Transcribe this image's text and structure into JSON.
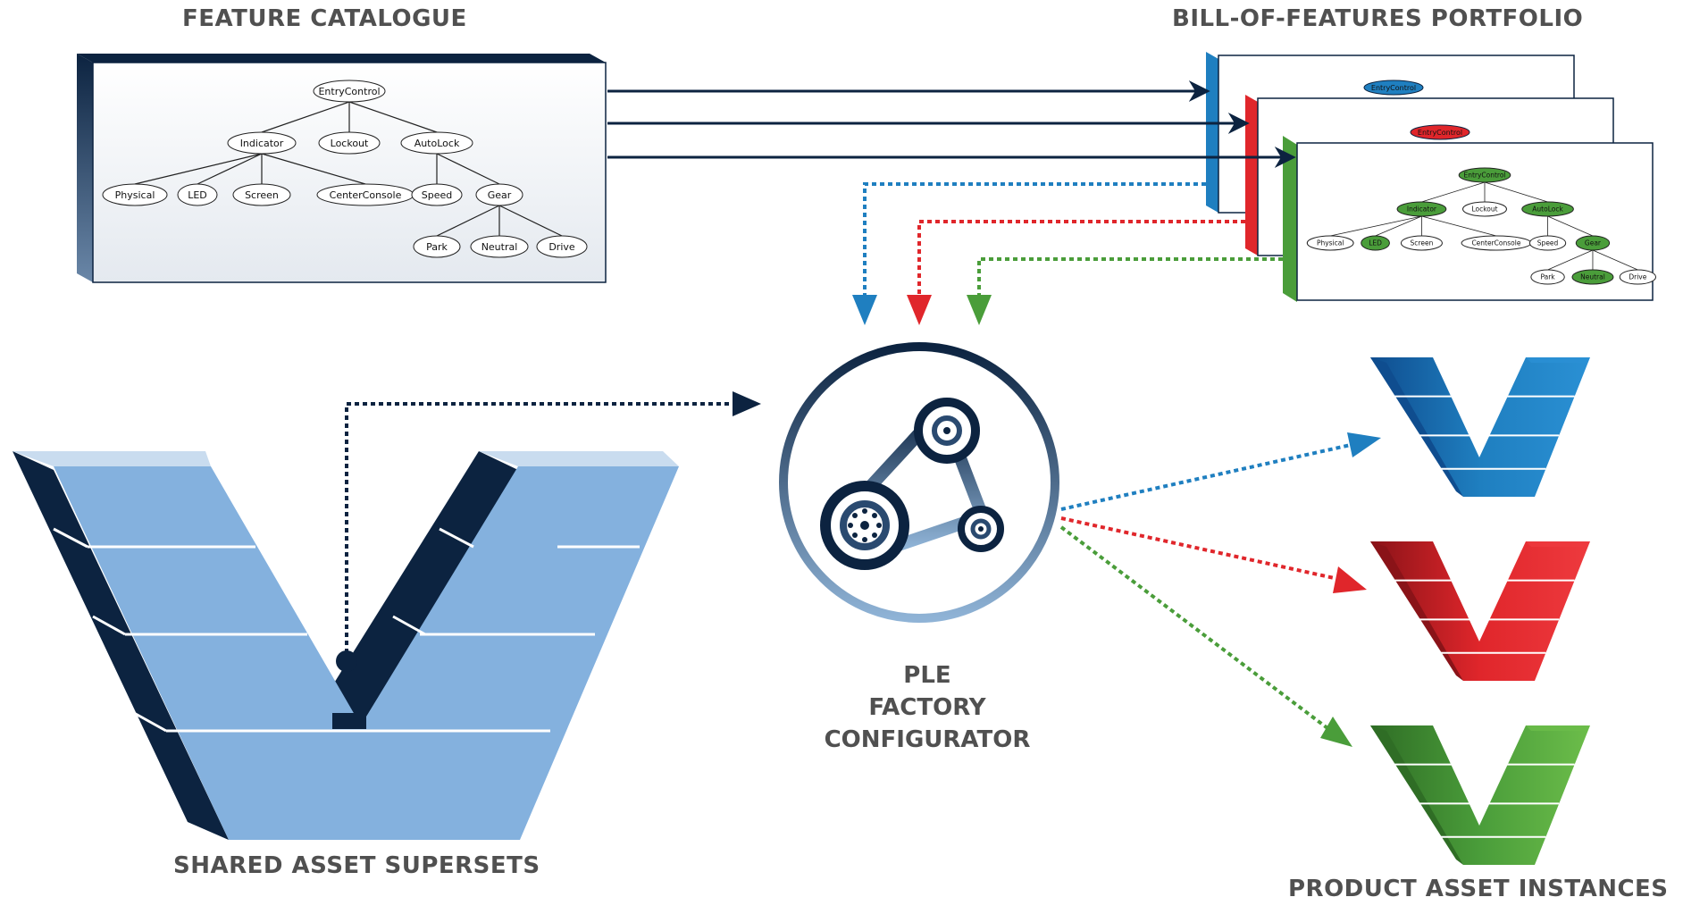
{
  "headings": {
    "feature_catalogue": "FEATURE CATALOGUE",
    "bof_portfolio": "BILL-OF-FEATURES PORTFOLIO",
    "shared_assets": "SHARED ASSET SUPERSETS",
    "product_instances": "PRODUCT ASSET INSTANCES"
  },
  "configurator": {
    "line1": "PLE",
    "line2": "FACTORY",
    "line3": "CONFIGURATOR"
  },
  "feature_tree": {
    "root": "EntryControl",
    "indicator": "Indicator",
    "lockout": "Lockout",
    "autolock": "AutoLock",
    "physical": "Physical",
    "led": "LED",
    "screen": "Screen",
    "centerconsole": "CenterConsole",
    "speed": "Speed",
    "gear": "Gear",
    "park": "Park",
    "neutral": "Neutral",
    "drive": "Drive"
  },
  "colors": {
    "navy": "#0c2340",
    "blue": "#1f7fc0",
    "red": "#e0262b",
    "green": "#4a9d3a",
    "light_blue": "#84b1de"
  }
}
